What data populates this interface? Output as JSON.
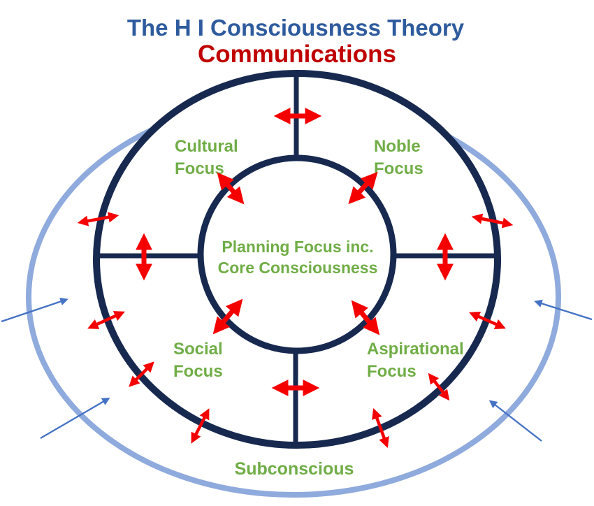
{
  "title": {
    "line1": "The H I Consciousness Theory",
    "line2": "Communications"
  },
  "diagram": {
    "center_label": {
      "line1": "Planning Focus inc.",
      "line2": "Core Consciousness"
    },
    "quadrant_labels": {
      "cultural": {
        "line1": "Cultural",
        "line2": "Focus"
      },
      "noble": {
        "line1": "Noble",
        "line2": "Focus"
      },
      "social": {
        "line1": "Social",
        "line2": "Focus"
      },
      "aspirational": {
        "line1": "Aspirational",
        "line2": "Focus"
      }
    },
    "outer_label": "Subconscious"
  },
  "icons": {
    "red_double_arrow": "↔",
    "blue_inward_arrow": "→"
  },
  "colors": {
    "navy": "#17294f",
    "light_blue": "#8faadc",
    "arrow_blue": "#4472c4",
    "red": "#f50000",
    "green": "#70ad47",
    "title_blue": "#2e5b9e",
    "title_red": "#c00000",
    "background": "#ffffff"
  }
}
